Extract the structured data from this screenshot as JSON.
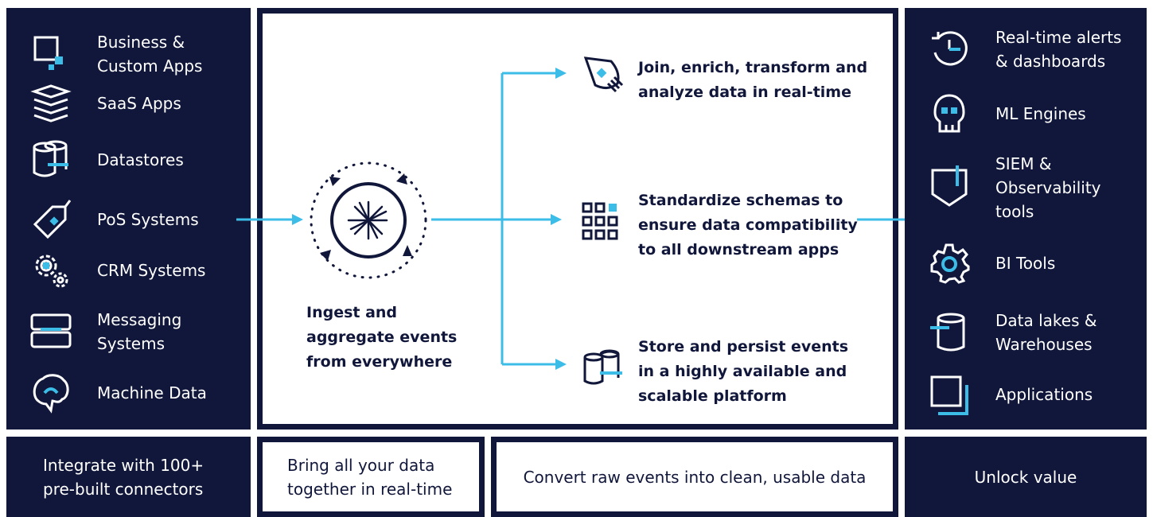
{
  "sources": [
    {
      "label": "Business &\nCustom Apps",
      "icon": "app-window-icon"
    },
    {
      "label": "SaaS Apps",
      "icon": "layers-icon"
    },
    {
      "label": "Datastores",
      "icon": "database-icon"
    },
    {
      "label": "PoS Systems",
      "icon": "price-tag-icon"
    },
    {
      "label": "CRM Systems",
      "icon": "gears-icon"
    },
    {
      "label": "Messaging\nSystems",
      "icon": "server-icon"
    },
    {
      "label": "Machine Data",
      "icon": "brain-icon"
    }
  ],
  "hub": {
    "label": "Ingest and\naggregate events\nfrom everywhere",
    "icon": "event-hub-icon"
  },
  "steps": [
    {
      "label": "Join, enrich, transform and\nanalyze data in real-time",
      "icon": "rocket-icon"
    },
    {
      "label": "Standardize schemas to\nensure data compatibility\nto all downstream apps",
      "icon": "grid-icon"
    },
    {
      "label": "Store and persist events\nin a highly available and\nscalable platform",
      "icon": "storage-icon"
    }
  ],
  "destinations": [
    {
      "label": "Real-time alerts\n& dashboards",
      "icon": "clock-icon"
    },
    {
      "label": "ML Engines",
      "icon": "skull-icon"
    },
    {
      "label": "SIEM &\nObservability\ntools",
      "icon": "shield-icon"
    },
    {
      "label": "BI Tools",
      "icon": "gear-icon"
    },
    {
      "label": "Data lakes &\nWarehouses",
      "icon": "cylinder-icon"
    },
    {
      "label": "Applications",
      "icon": "window-icon"
    }
  ],
  "captions": {
    "integrate": "Integrate with 100+\npre-built connectors",
    "bring": "Bring all your data\ntogether in real-time",
    "convert": "Convert raw events into clean, usable data",
    "unlock": "Unlock value"
  },
  "colors": {
    "navy": "#11173a",
    "accent": "#3bbde8",
    "white": "#ffffff"
  }
}
